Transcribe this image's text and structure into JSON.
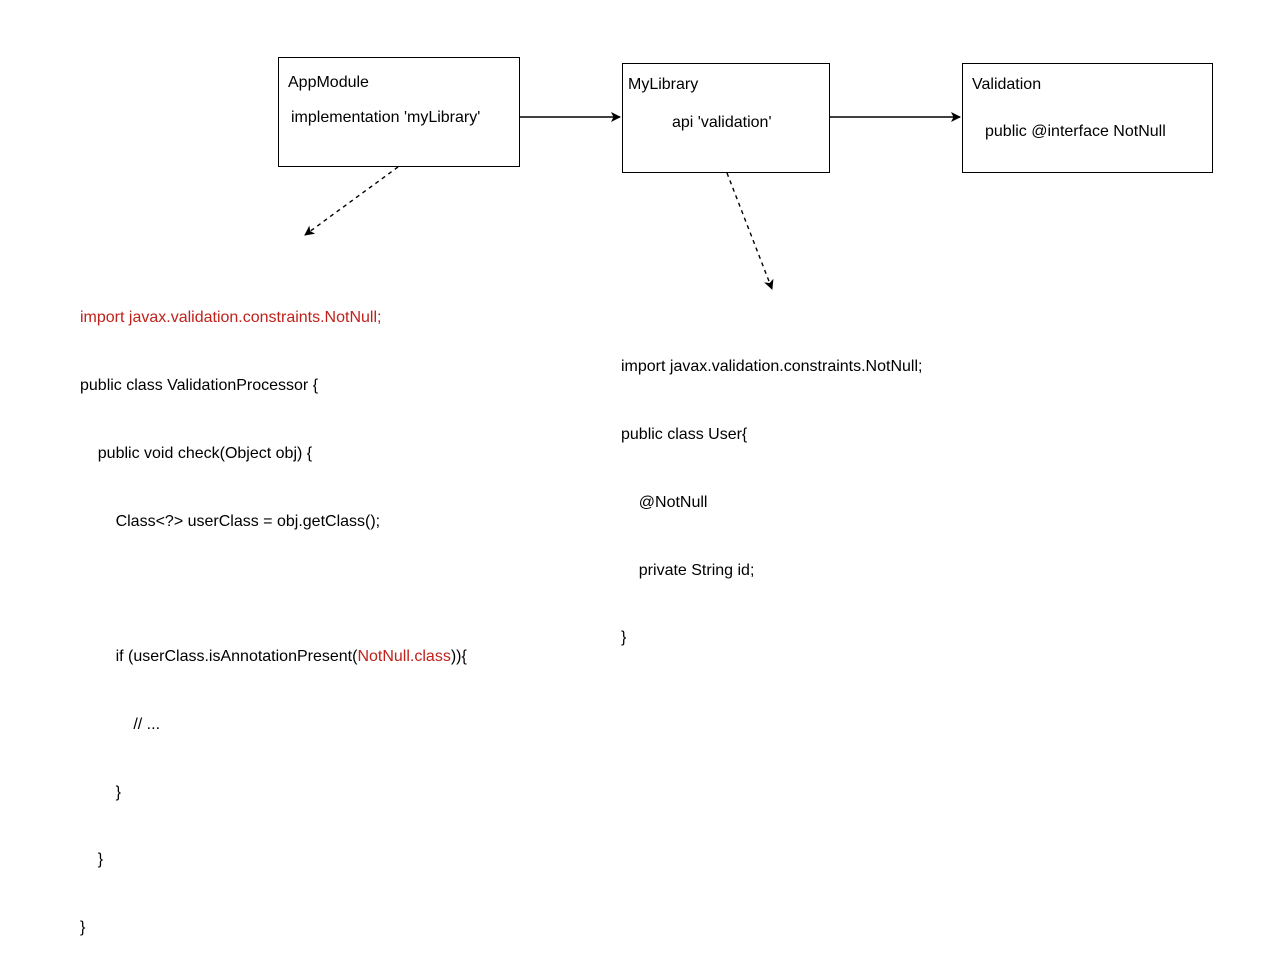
{
  "nodes": {
    "app_module": {
      "title": "AppModule",
      "body": "implementation 'myLibrary'"
    },
    "my_library": {
      "title": "MyLibrary",
      "body": "api 'validation'"
    },
    "validation": {
      "title": "Validation",
      "body": "public @interface NotNull"
    }
  },
  "code_left": {
    "import_line": "import javax.validation.constraints.NotNull;",
    "class_decl": "public class ValidationProcessor {",
    "method_decl": "    public void check(Object obj) {",
    "class_var": "        Class<?> userClass = obj.getClass();",
    "if_prefix": "        if (userClass.isAnnotationPresent(",
    "if_highlight": "NotNull.class",
    "if_suffix": ")){",
    "comment": "            // ...",
    "close_if": "        }",
    "close_method": "    }",
    "close_class": "}"
  },
  "code_right": {
    "import_line": "import javax.validation.constraints.NotNull;",
    "class_decl": "public class User{",
    "annotation": "    @NotNull",
    "field": "    private String id;",
    "close_class": "}"
  },
  "colors": {
    "highlight": "#c0211b",
    "line": "#000000"
  }
}
